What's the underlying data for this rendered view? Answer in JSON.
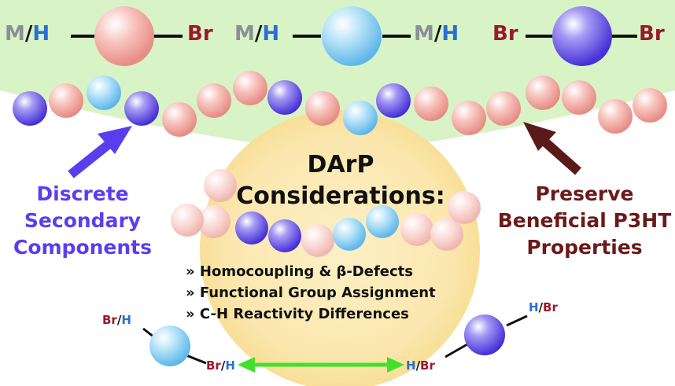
{
  "monomers": [
    {
      "left": [
        "M",
        "/",
        "H"
      ],
      "right": [
        "Br"
      ]
    },
    {
      "left": [
        "M",
        "/",
        "H"
      ],
      "right": [
        "M",
        "/",
        "H"
      ]
    },
    {
      "left": [
        "Br"
      ],
      "right": [
        "Br"
      ]
    }
  ],
  "side_left": [
    "Discrete",
    "Secondary",
    "Components"
  ],
  "side_right": [
    "Preserve",
    "Beneficial P3HT",
    "Properties"
  ],
  "center_title": [
    "DArP",
    "Considerations:"
  ],
  "bullets": [
    "» Homocoupling & β-Defects",
    "» Functional Group Assignment",
    "» C-H Reactivity Differences"
  ],
  "bottom_left_top": [
    "Br",
    "/",
    "H"
  ],
  "bottom_left_bottom": [
    "Br",
    "/",
    "H"
  ],
  "bottom_right_top": [
    "H",
    "/",
    "Br"
  ],
  "bottom_right_bottom": [
    "H",
    "/",
    "Br"
  ],
  "colors": {
    "green_fan": "#d6f3c4",
    "yellow_circle": "#fbe9b4",
    "pink_sphere": "#f4a6a0",
    "blue_sphere": "#8fd0f4",
    "purple_sphere": "#6a55e6",
    "arrow_left": "#5b3df0",
    "arrow_right": "#5a1a1a",
    "double_arrow": "#43e02b"
  }
}
